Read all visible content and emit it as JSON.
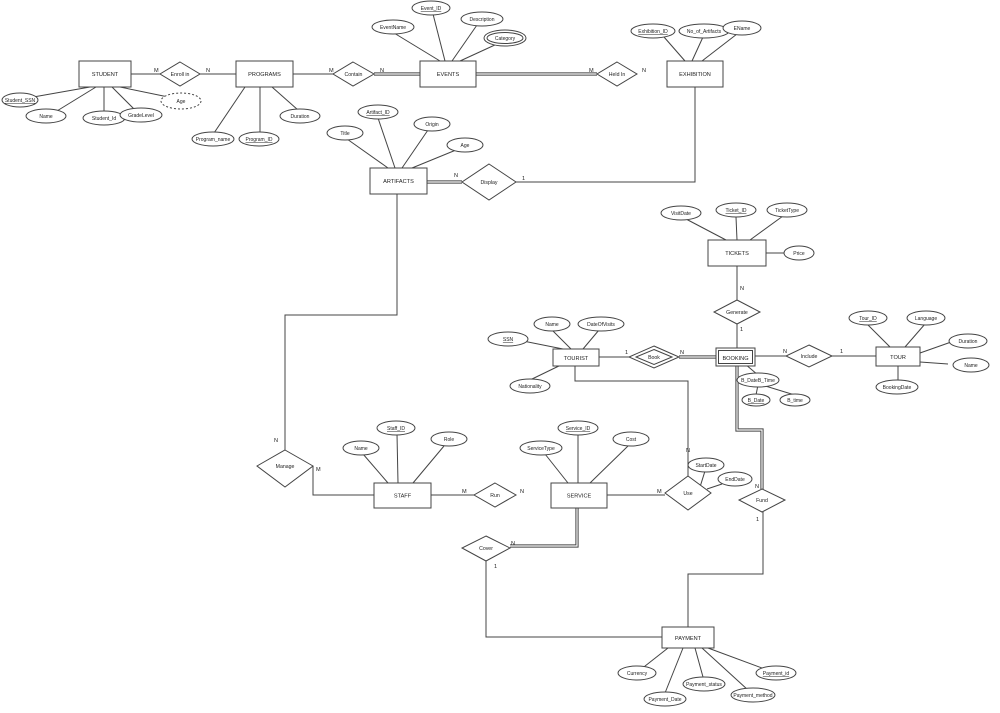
{
  "entities": {
    "student": "STUDENT",
    "programs": "PROGRAMS",
    "events": "EVENTS",
    "exhibition": "EXHIBITION",
    "artifacts": "ARTIFACTS",
    "tickets": "TICKETS",
    "tourist": "TOURIST",
    "booking": "BOOKING",
    "tour": "TOUR",
    "staff": "STAFF",
    "service": "SERVICE",
    "payment": "PAYMENT"
  },
  "relationships": {
    "enroll_in": "Enroll in",
    "contain": "Contain",
    "held_in": "Held In",
    "display": "Display",
    "generate": "Generate",
    "book": "Book",
    "include": "Include",
    "manage": "Manage",
    "run": "Run",
    "use": "Use",
    "fund": "Fund",
    "cover": "Cover"
  },
  "attributes": {
    "student_ssn": "Student_SSN",
    "student_name": "Name",
    "student_id": "Student_Id",
    "grade_level": "GradeLevel",
    "student_age": "Age",
    "program_name": "Program_name",
    "program_id": "Program_ID",
    "program_duration": "Duration",
    "event_id": "Event_ID",
    "event_name": "EventName",
    "event_description": "Description",
    "event_category": "Category",
    "exhibition_id": "Exhibition_ID",
    "no_of_artifacts": "No_of_Artifacts",
    "ename": "EName",
    "artifact_title": "Title",
    "artifact_id": "Artifact_ID",
    "artifact_origin": "Origin",
    "artifact_age": "Age",
    "visit_date": "VisitDate",
    "ticket_id": "Ticket_ID",
    "ticket_type": "TicketType",
    "ticket_price": "Price",
    "tourist_ssn": "SSN",
    "tourist_name": "Name",
    "date_of_visits": "DateOfVisits",
    "nationality": "Nationality",
    "b_datetime": "B_DateB_Time",
    "b_date": "B_Date",
    "b_time": "B_time",
    "tour_id": "Tour_ID",
    "tour_language": "Language",
    "tour_duration": "Duration",
    "tour_name": "Name",
    "booking_date": "BookingDate",
    "staff_id": "Staff_ID",
    "staff_name": "Name",
    "staff_role": "Role",
    "service_id": "Service_ID",
    "service_type": "ServiceType",
    "service_cost": "Cost",
    "start_date": "StartDate",
    "end_date": "EndDate",
    "currency": "Currency",
    "payment_date": "Payment_Date",
    "payment_status": "Payment_status",
    "payment_method": "Payment_method",
    "payment_id": "Payment_id"
  },
  "cardinalities": {
    "m": "M",
    "n": "N",
    "one": "1"
  }
}
